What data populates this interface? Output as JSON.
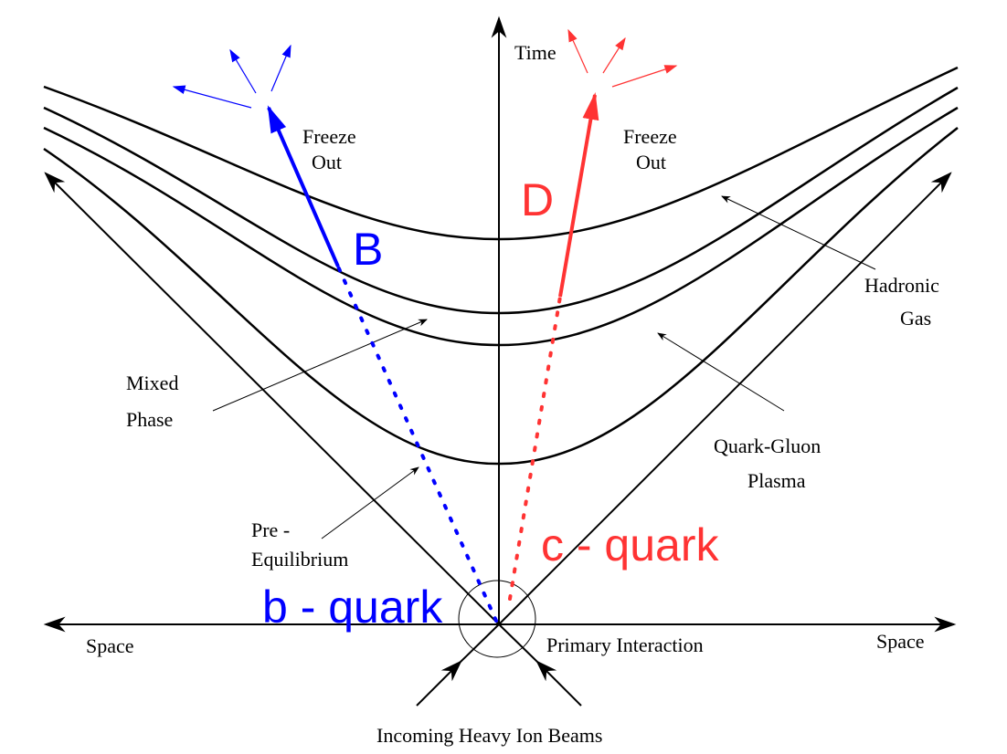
{
  "labels": {
    "time_axis": "Time",
    "space_left": "Space",
    "space_right": "Space",
    "primary_interaction": "Primary Interaction",
    "incoming_beams": "Incoming Heavy Ion Beams",
    "freeze_out_left": [
      "Freeze",
      "Out"
    ],
    "freeze_out_right": [
      "Freeze",
      "Out"
    ],
    "hadronic_gas": [
      "Hadronic",
      "Gas"
    ],
    "mixed_phase": [
      "Mixed",
      "Phase"
    ],
    "quark_gluon_plasma": [
      "Quark-Gluon",
      "Plasma"
    ],
    "pre_equilibrium": [
      "Pre -",
      "Equilibrium"
    ]
  },
  "particles": {
    "b_quark": "b - quark",
    "c_quark": "c - quark",
    "b_meson": "B",
    "d_meson": "D"
  },
  "colors": {
    "ink": "#000000",
    "b_quark": "#0000ff",
    "c_quark": "#ff3333"
  }
}
